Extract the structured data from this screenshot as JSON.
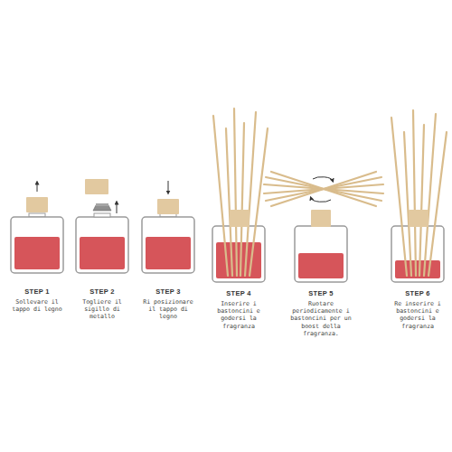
{
  "diagram": {
    "labels": [
      "STEP 1",
      "Sollevare il tappo di legno",
      "STEP 2",
      "Togliere il sigillo di metallo",
      "STEP 3",
      "Ri posizionare il tappo di legno",
      "STEP 4",
      "Inserire i bastoncini e godersi la fragranza",
      "STEP 5",
      "Ruotare periodicamente i bastoncini per un boost della fragranza.",
      "STEP 6",
      "Re inserire i bastoncini e godersi la fragranza"
    ]
  }
}
